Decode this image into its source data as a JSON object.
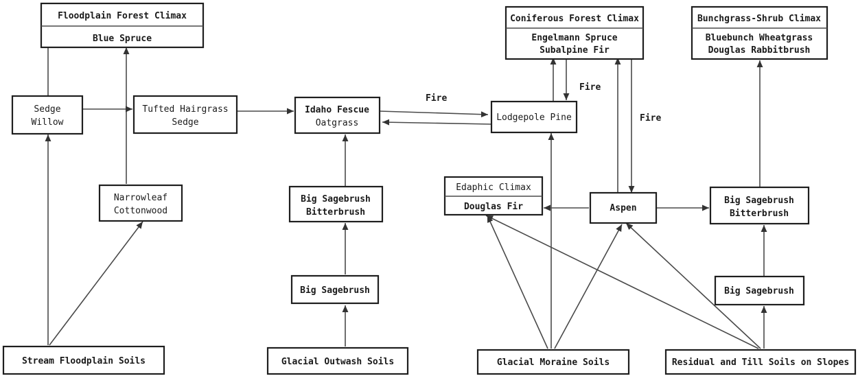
{
  "nodes": {
    "floodplain_climax": {
      "header": "Floodplain Forest Climax",
      "body": [
        "Blue Spruce"
      ]
    },
    "sedge_willow": {
      "lines": [
        "Sedge",
        "Willow"
      ]
    },
    "tufted_hairgrass": {
      "lines": [
        "Tufted Hairgrass",
        "Sedge"
      ]
    },
    "narrowleaf_cottonwood": {
      "lines": [
        "Narrowleaf",
        "Cottonwood"
      ]
    },
    "idaho_fescue": {
      "lines": [
        "Idaho Fescue",
        "Oatgrass"
      ]
    },
    "big_sage_bitter_1": {
      "lines": [
        "Big Sagebrush",
        "Bitterbrush"
      ]
    },
    "big_sagebrush_1": {
      "lines": [
        "Big Sagebrush"
      ]
    },
    "coniferous_climax": {
      "header": "Coniferous Forest Climax",
      "body": [
        "Engelmann Spruce",
        "Subalpine Fir"
      ]
    },
    "lodgepole_pine": {
      "lines": [
        "Lodgepole Pine"
      ]
    },
    "edaphic_climax": {
      "header": "Edaphic Climax",
      "body": [
        "Douglas Fir"
      ]
    },
    "aspen": {
      "lines": [
        "Aspen"
      ]
    },
    "bunchgrass_climax": {
      "header": "Bunchgrass-Shrub Climax",
      "body": [
        "Bluebunch Wheatgrass",
        "Douglas Rabbitbrush"
      ]
    },
    "big_sage_bitter_2": {
      "lines": [
        "Big Sagebrush",
        "Bitterbrush"
      ]
    },
    "big_sagebrush_2": {
      "lines": [
        "Big Sagebrush"
      ]
    },
    "stream_floodplain_soils": {
      "lines": [
        "Stream Floodplain Soils"
      ]
    },
    "glacial_outwash_soils": {
      "lines": [
        "Glacial Outwash Soils"
      ]
    },
    "glacial_moraine_soils": {
      "lines": [
        "Glacial Moraine Soils"
      ]
    },
    "residual_till_soils": {
      "lines": [
        "Residual and Till Soils on Slopes"
      ]
    }
  },
  "edge_labels": {
    "fire_fescue_lodgepole": "Fire",
    "fire_lodgepole_climax": "Fire",
    "fire_climax_aspen": "Fire"
  },
  "colors": {
    "line": "#4a4a4a",
    "box": "#1e1e1e",
    "text": "#1a1a1a"
  }
}
